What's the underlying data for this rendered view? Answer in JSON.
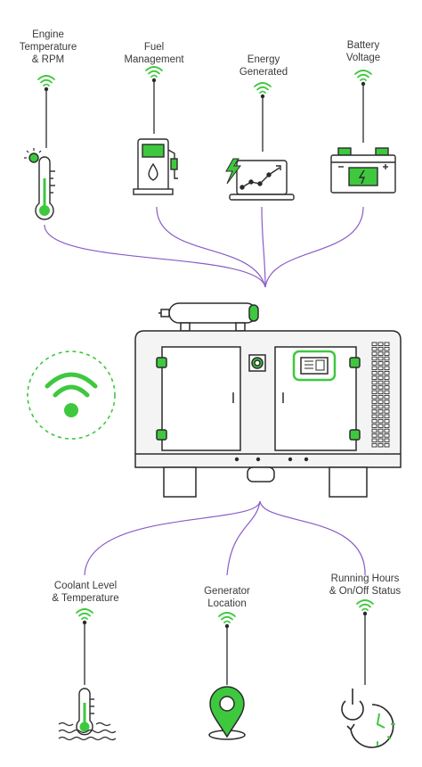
{
  "sensors_top": [
    {
      "id": "engine",
      "lines": [
        "Engine",
        "Temperature",
        "& RPM"
      ]
    },
    {
      "id": "fuel",
      "lines": [
        "Fuel",
        "Management"
      ]
    },
    {
      "id": "energy",
      "lines": [
        "Energy",
        "Generated"
      ]
    },
    {
      "id": "battery",
      "lines": [
        "Battery",
        "Voltage"
      ]
    }
  ],
  "sensors_bottom": [
    {
      "id": "coolant",
      "lines": [
        "Coolant Level",
        "& Temperature"
      ]
    },
    {
      "id": "location",
      "lines": [
        "Generator",
        "Location"
      ]
    },
    {
      "id": "hours",
      "lines": [
        "Running Hours",
        "& On/Off Status"
      ]
    }
  ],
  "colors": {
    "accent_green": "#3ec83e",
    "connector_purple": "#8a5cc6",
    "outline": "#2b2b2b",
    "body_fill": "#f4f4f4"
  },
  "icons": {
    "signal": "wifi-signal-icon",
    "engine": "thermometer-icon",
    "fuel": "fuel-pump-icon",
    "energy": "energy-chart-icon",
    "battery": "battery-icon",
    "generator": "generator-icon",
    "wireless": "wireless-badge-icon",
    "coolant": "coolant-thermometer-icon",
    "location": "location-pin-icon",
    "hours": "power-clock-icon"
  }
}
